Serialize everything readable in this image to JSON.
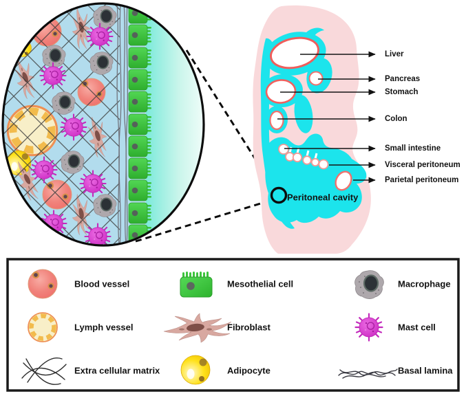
{
  "figure_kind": "peritoneal-cavity-anatomy-diagram",
  "anatomy": {
    "organ_labels": [
      {
        "text": "Liver"
      },
      {
        "text": "Pancreas"
      },
      {
        "text": "Stomach"
      },
      {
        "text": "Colon"
      },
      {
        "text": "Small intestine"
      },
      {
        "text": "Visceral peritoneum"
      },
      {
        "text": "Parietal peritoneum"
      }
    ],
    "cavity_label": "Peritoneal cavity"
  },
  "inset": {
    "icons": [
      "blood-vessel-icon",
      "lymph-vessel-icon",
      "adipocyte-icon",
      "fibroblast-icon",
      "macrophage-icon",
      "mast-cell-icon",
      "extracellular-matrix-icon",
      "basal-lamina-icon",
      "mesothelial-cell-icon"
    ]
  },
  "legend": {
    "columns": [
      {
        "items": [
          {
            "label": "Blood vessel",
            "icon": "blood-vessel-icon",
            "color": "#ee6f6a"
          },
          {
            "label": "Lymph vessel",
            "icon": "lymph-vessel-icon",
            "color": "#f2bb4c"
          },
          {
            "label": "Extra cellular matrix",
            "icon": "extracellular-matrix-icon",
            "color": "#2e2e2e"
          }
        ]
      },
      {
        "items": [
          {
            "label": "Mesothelial cell",
            "icon": "mesothelial-cell-icon",
            "color": "#3cc53c"
          },
          {
            "label": "Fibroblast",
            "icon": "fibroblast-icon",
            "color": "#d8a8a0"
          },
          {
            "label": "Adipocyte",
            "icon": "adipocyte-icon",
            "color": "#ffd70f"
          }
        ]
      },
      {
        "items": [
          {
            "label": "Macrophage",
            "icon": "macrophage-icon",
            "color": "#a7a1a5"
          },
          {
            "label": "Mast cell",
            "icon": "mast-cell-icon",
            "color": "#d633cc"
          },
          {
            "label": "Basal lamina",
            "icon": "basal-lamina-icon",
            "color": "#3a3a42"
          }
        ]
      }
    ]
  },
  "colors": {
    "body_pink": "#f9d9db",
    "cavity_cyan": "#1ce4ec",
    "organ_outline_red": "#f0716d",
    "inset_background_blue": "#b2dced",
    "mesothelium_green": "#3cc53c",
    "cavity_gradient_teal": "#7beadb",
    "outline_black": "#0c0c0c"
  }
}
